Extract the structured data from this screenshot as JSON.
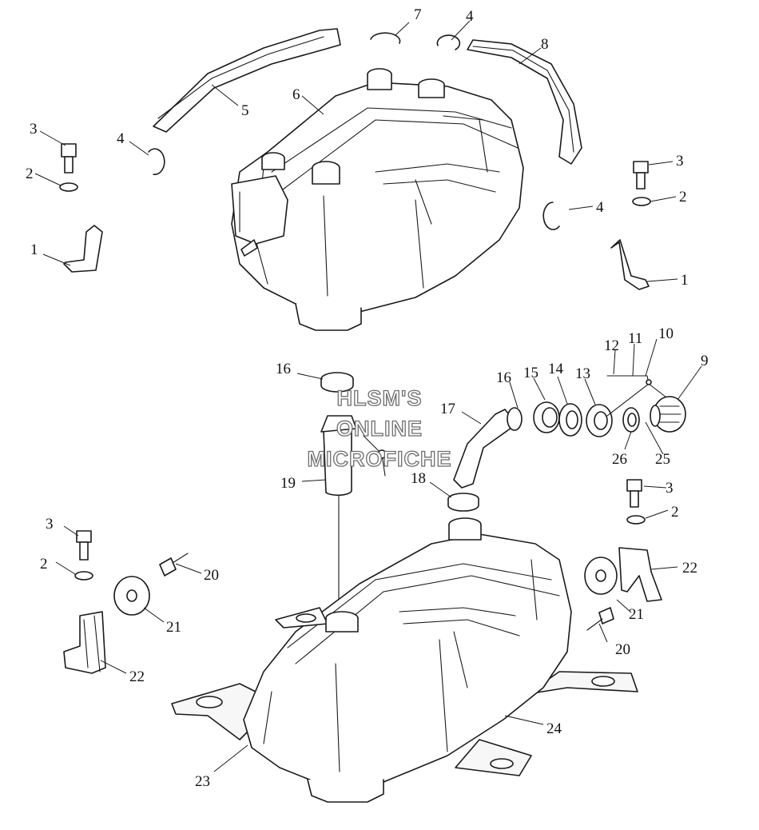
{
  "watermark": {
    "lines": [
      "HLSM'S",
      "ONLINE",
      "MICROFICHE"
    ],
    "color": "#6d6d6d"
  },
  "callouts": {
    "c1a": "1",
    "c1b": "1",
    "c2a": "2",
    "c2b": "2",
    "c2c": "2",
    "c2d": "2",
    "c3a": "3",
    "c3b": "3",
    "c3c": "3",
    "c3d": "3",
    "c4a": "4",
    "c4b": "4",
    "c4c": "4",
    "c5": "5",
    "c6": "6",
    "c7": "7",
    "c8": "8",
    "c9": "9",
    "c10": "10",
    "c11": "11",
    "c12": "12",
    "c13": "13",
    "c14": "14",
    "c15": "15",
    "c16a": "16",
    "c16b": "16",
    "c17": "17",
    "c18": "18",
    "c19": "19",
    "c20a": "20",
    "c20b": "20",
    "c21a": "21",
    "c21b": "21",
    "c22a": "22",
    "c22b": "22",
    "c23": "23",
    "c24": "24",
    "c25": "25",
    "c26": "26"
  }
}
